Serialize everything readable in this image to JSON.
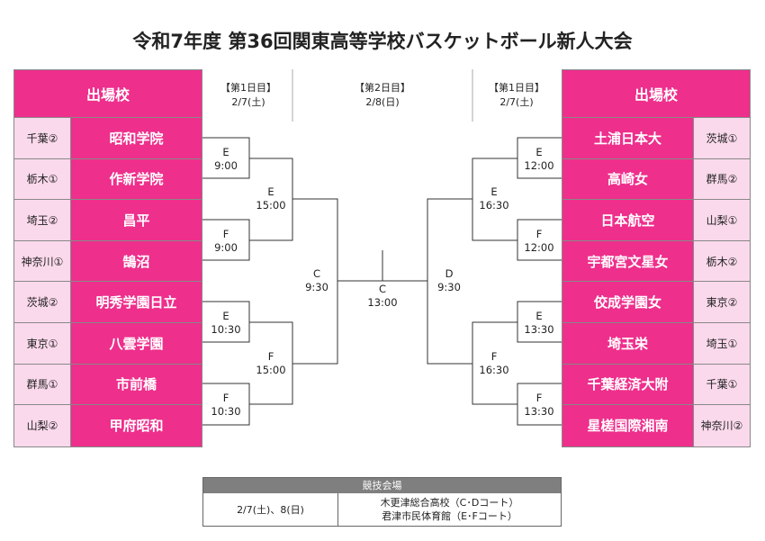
{
  "title": "令和7年度 第36回関東高等学校バスケットボール新人大会",
  "header": "出場校",
  "days": [
    {
      "label": "【第1日目】",
      "date": "2/7(土)"
    },
    {
      "label": "【第2日目】",
      "date": "2/8(日)"
    },
    {
      "label": "【第1日目】",
      "date": "2/7(土)"
    }
  ],
  "left": [
    {
      "pref": "千葉②",
      "school": "昭和学院"
    },
    {
      "pref": "栃木①",
      "school": "作新学院"
    },
    {
      "pref": "埼玉②",
      "school": "昌平"
    },
    {
      "pref": "神奈川①",
      "school": "鵠沼"
    },
    {
      "pref": "茨城②",
      "school": "明秀学園日立"
    },
    {
      "pref": "東京①",
      "school": "八雲学園"
    },
    {
      "pref": "群馬①",
      "school": "市前橋"
    },
    {
      "pref": "山梨②",
      "school": "甲府昭和"
    }
  ],
  "right": [
    {
      "pref": "茨城①",
      "school": "土浦日本大"
    },
    {
      "pref": "群馬②",
      "school": "高崎女"
    },
    {
      "pref": "山梨①",
      "school": "日本航空"
    },
    {
      "pref": "栃木②",
      "school": "宇都宮文星女"
    },
    {
      "pref": "東京②",
      "school": "佼成学園女"
    },
    {
      "pref": "埼玉①",
      "school": "埼玉栄"
    },
    {
      "pref": "千葉①",
      "school": "千葉経済大附"
    },
    {
      "pref": "神奈川②",
      "school": "星槎国際湘南"
    }
  ],
  "games": {
    "l1": {
      "court": "E",
      "time": "9:00"
    },
    "l2": {
      "court": "F",
      "time": "9:00"
    },
    "l3": {
      "court": "E",
      "time": "10:30"
    },
    "l4": {
      "court": "F",
      "time": "10:30"
    },
    "l5": {
      "court": "E",
      "time": "15:00"
    },
    "l6": {
      "court": "F",
      "time": "15:00"
    },
    "l7": {
      "court": "C",
      "time": "9:30"
    },
    "final": {
      "court": "C",
      "time": "13:00"
    },
    "r7": {
      "court": "D",
      "time": "9:30"
    },
    "r5": {
      "court": "E",
      "time": "16:30"
    },
    "r6": {
      "court": "F",
      "time": "16:30"
    },
    "r1": {
      "court": "E",
      "time": "12:00"
    },
    "r2": {
      "court": "F",
      "time": "12:00"
    },
    "r3": {
      "court": "E",
      "time": "13:30"
    },
    "r4": {
      "court": "F",
      "time": "13:30"
    }
  },
  "venue": {
    "header": "競技会場",
    "dates": "2/7(土)、8(日)",
    "place1": "木更津総合高校（C･Dコート）",
    "place2": "君津市民体育館（E･Fコート）"
  }
}
